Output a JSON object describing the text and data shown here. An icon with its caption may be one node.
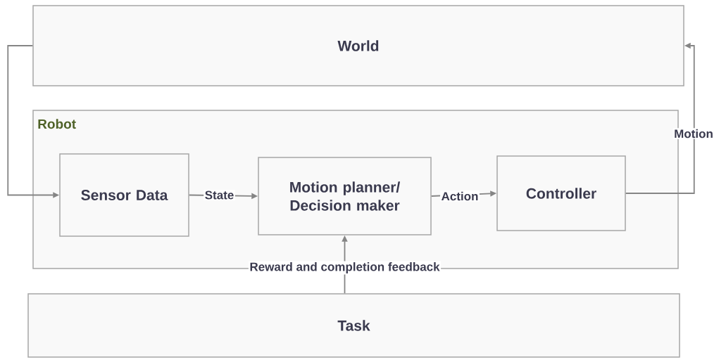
{
  "diagram": {
    "nodes": [
      {
        "text": [
          "World"
        ]
      },
      {
        "text": [
          "Robot"
        ]
      },
      {
        "text": [
          "Sensor Data"
        ],
        "in": 1
      },
      {
        "text": [
          "Motion planner/ Decision maker"
        ],
        "in": 1
      },
      {
        "text": [
          "Controller"
        ],
        "in": 1
      },
      {
        "text": [
          "Task"
        ]
      }
    ],
    "edges": [
      {
        "from": 0,
        "to": 2,
        "arrow": "to"
      },
      {
        "from": 2,
        "to": 3,
        "arrow": "to",
        "label": "State"
      },
      {
        "from": 3,
        "to": 4,
        "arrow": "to",
        "label": "Action"
      },
      {
        "from": 4,
        "to": 0,
        "arrow": "to",
        "label": "Motion"
      },
      {
        "from": 5,
        "to": 3,
        "arrow": "to",
        "label": "Reward and completion feedback"
      }
    ]
  }
}
